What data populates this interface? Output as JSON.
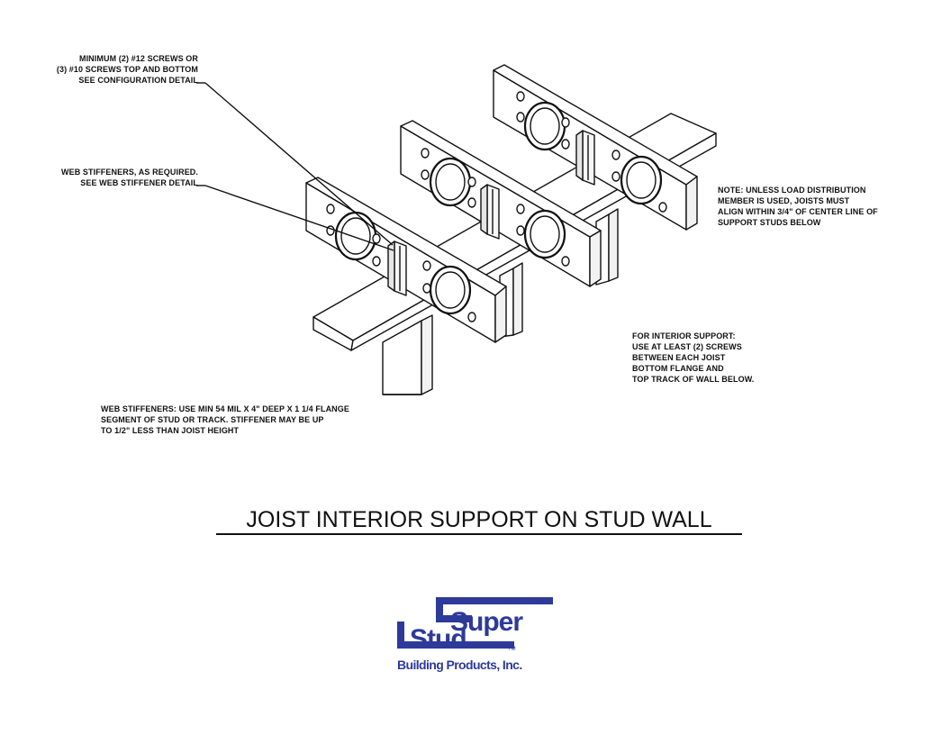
{
  "notes": {
    "screws": [
      "MINIMUM (2) #12 SCREWS OR",
      "(3) #10 SCREWS TOP AND BOTTOM",
      "SEE CONFIGURATION DETAIL"
    ],
    "web_stiffeners": [
      "WEB STIFFENERS, AS REQUIRED.",
      "SEE WEB STIFFENER DETAIL"
    ],
    "alignment": [
      "NOTE: UNLESS LOAD DISTRIBUTION",
      "MEMBER IS USED, JOISTS MUST",
      "ALIGN WITHIN 3/4\" OF CENTER LINE OF",
      "SUPPORT STUDS BELOW"
    ],
    "interior_support": [
      "FOR INTERIOR SUPPORT:",
      "USE AT LEAST (2) SCREWS",
      "BETWEEN EACH JOIST",
      "BOTTOM FLANGE AND",
      "TOP TRACK OF WALL BELOW."
    ],
    "stiffener_spec": [
      "WEB STIFFENERS: USE MIN 54 MIL X 4\" DEEP X 1 1/4 FLANGE",
      "SEGMENT OF STUD OR TRACK. STIFFENER MAY BE UP",
      "TO 1/2\" LESS THAN JOIST HEIGHT"
    ]
  },
  "title": "JOIST INTERIOR SUPPORT ON STUD WALL",
  "logo": {
    "word1": "Super",
    "word2": "Stud",
    "trademark": "TM",
    "subtitle": "Building Products, Inc.",
    "color": "#2d3a9a"
  }
}
